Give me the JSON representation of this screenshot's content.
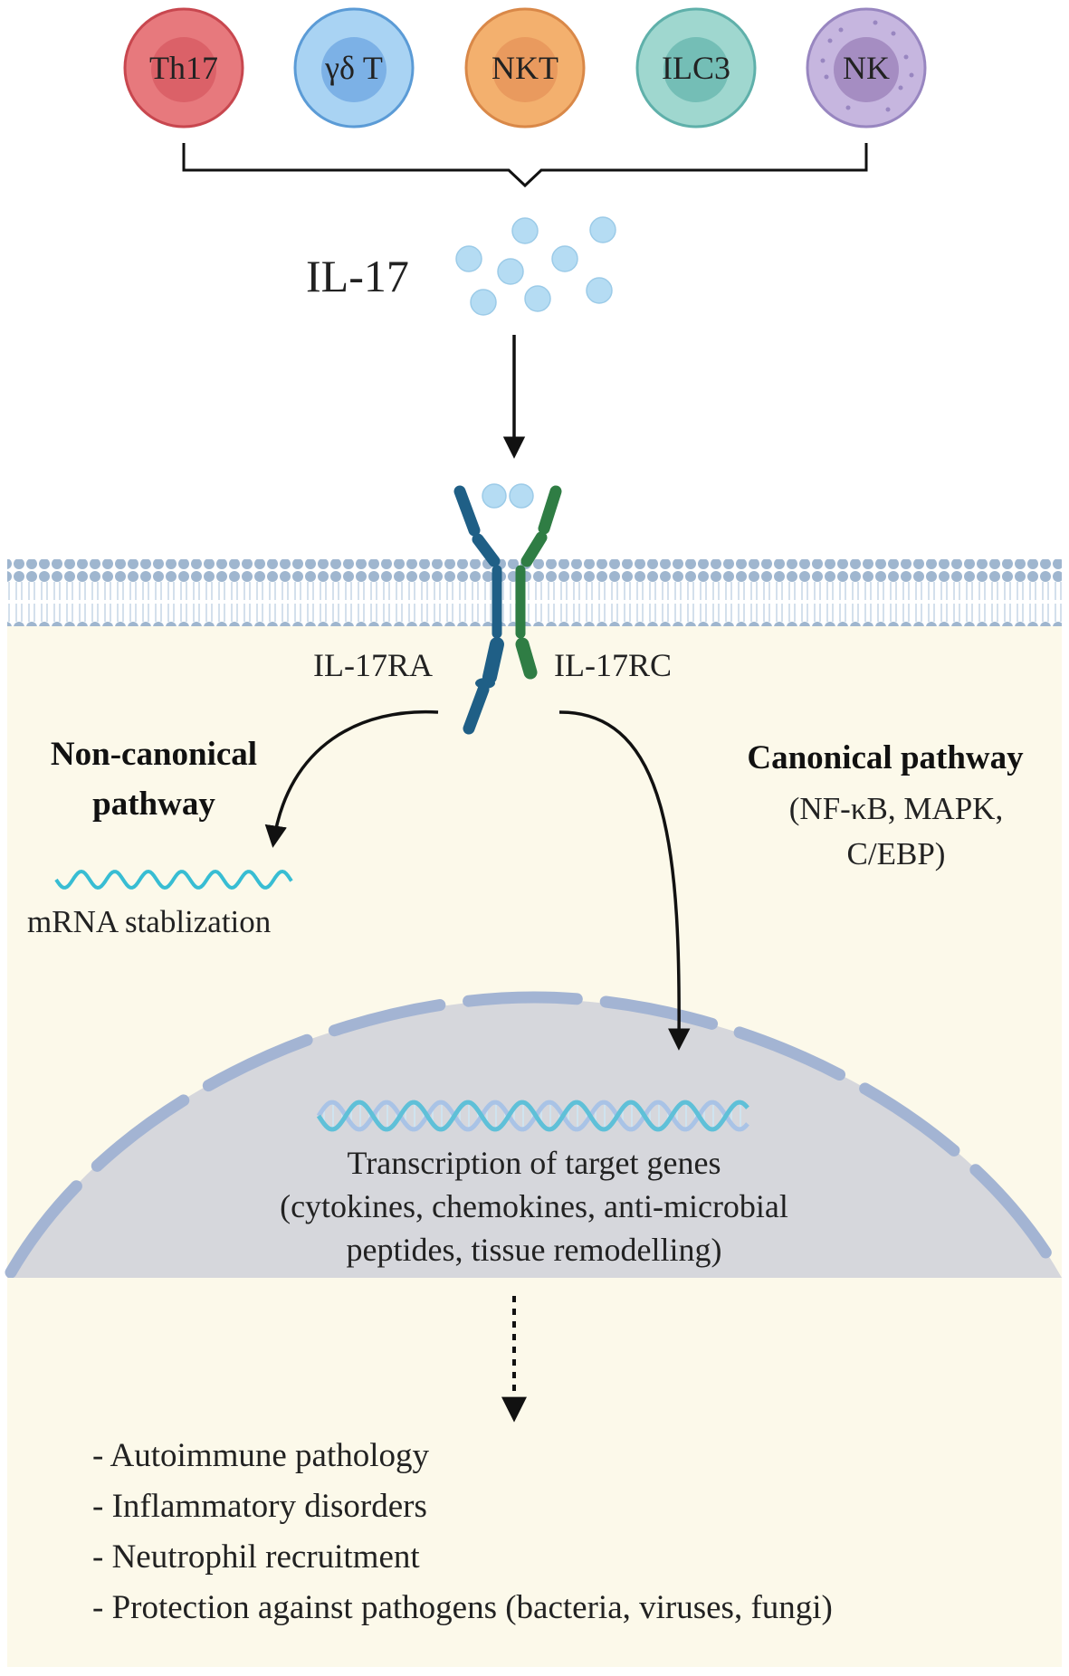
{
  "cells": [
    {
      "label": "Th17",
      "outer": "#e7797d",
      "ring": "#c8474f",
      "inner": "#d75a62"
    },
    {
      "label": "γδ T",
      "outer": "#a9d3f3",
      "ring": "#5b9bd6",
      "inner": "#6ea6e2"
    },
    {
      "label": "NKT",
      "outer": "#f3b06e",
      "ring": "#d98848",
      "inner": "#e5935a"
    },
    {
      "label": "ILC3",
      "outer": "#9fd7cf",
      "ring": "#5fb0aa",
      "inner": "#65b5ad"
    },
    {
      "label": "NK",
      "outer": "#c6b6df",
      "ring": "#9886c0",
      "inner": "#9a7fb8"
    }
  ],
  "cytokine_label": "IL-17",
  "receptors": {
    "left": "IL-17RA",
    "right": "IL-17RC"
  },
  "non_canonical": {
    "title_line1": "Non-canonical",
    "title_line2": "pathway",
    "outcome": "mRNA stablization"
  },
  "canonical": {
    "title": "Canonical pathway",
    "detail_line1": "(NF-κB, MAPK,",
    "detail_line2": "C/EBP)"
  },
  "nucleus": {
    "line1": "Transcription of target genes",
    "line2": "(cytokines, chemokines, anti-microbial",
    "line3": "peptides, tissue remodelling)"
  },
  "outcomes": [
    "- Autoimmune pathology",
    "- Inflammatory disorders",
    "- Neutrophil recruitment",
    "- Protection against pathogens (bacteria, viruses, fungi)"
  ],
  "colors": {
    "cytoplasm": "#fcf9ea",
    "membrane_head": "#9fb6cf",
    "membrane_tail": "#c9d8e8",
    "nucleus_fill": "#d6d7dc",
    "nuclear_envelope": "#a3b4d3",
    "receptor_ra": "#1f5f86",
    "receptor_rc": "#2f7d44",
    "il17_particle": "#b5dcf3",
    "dna_a": "#5fc0d8",
    "dna_b": "#a9c3e6"
  }
}
